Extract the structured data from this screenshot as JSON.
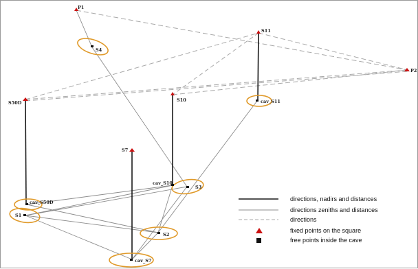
{
  "colors": {
    "black_line": "#1a1a1a",
    "gray_line": "#8c8c8c",
    "dashed_line": "#a8a8a8",
    "ellipse": "#e09a2a",
    "fixed_point": "#cc1111",
    "free_point": "#111111"
  },
  "points": {
    "P1": "P1",
    "S4": "S4",
    "S11": "S11",
    "P2": "P2",
    "S50D": "S50D",
    "S10": "S10",
    "cav_S11": "cav_S11",
    "S7": "S7",
    "cav_S10": "cav_S10",
    "S3": "S3",
    "cav_S50D": "cav_S50D",
    "S1": "S1",
    "S2": "S2",
    "cav_S7": "cav_S7"
  },
  "legend": {
    "solid_black": "directions, nadirs and distances",
    "solid_gray": "directions zeniths and distances",
    "dashed": "directions",
    "fixed": "fixed points on the square",
    "free": "free points inside the cave"
  }
}
